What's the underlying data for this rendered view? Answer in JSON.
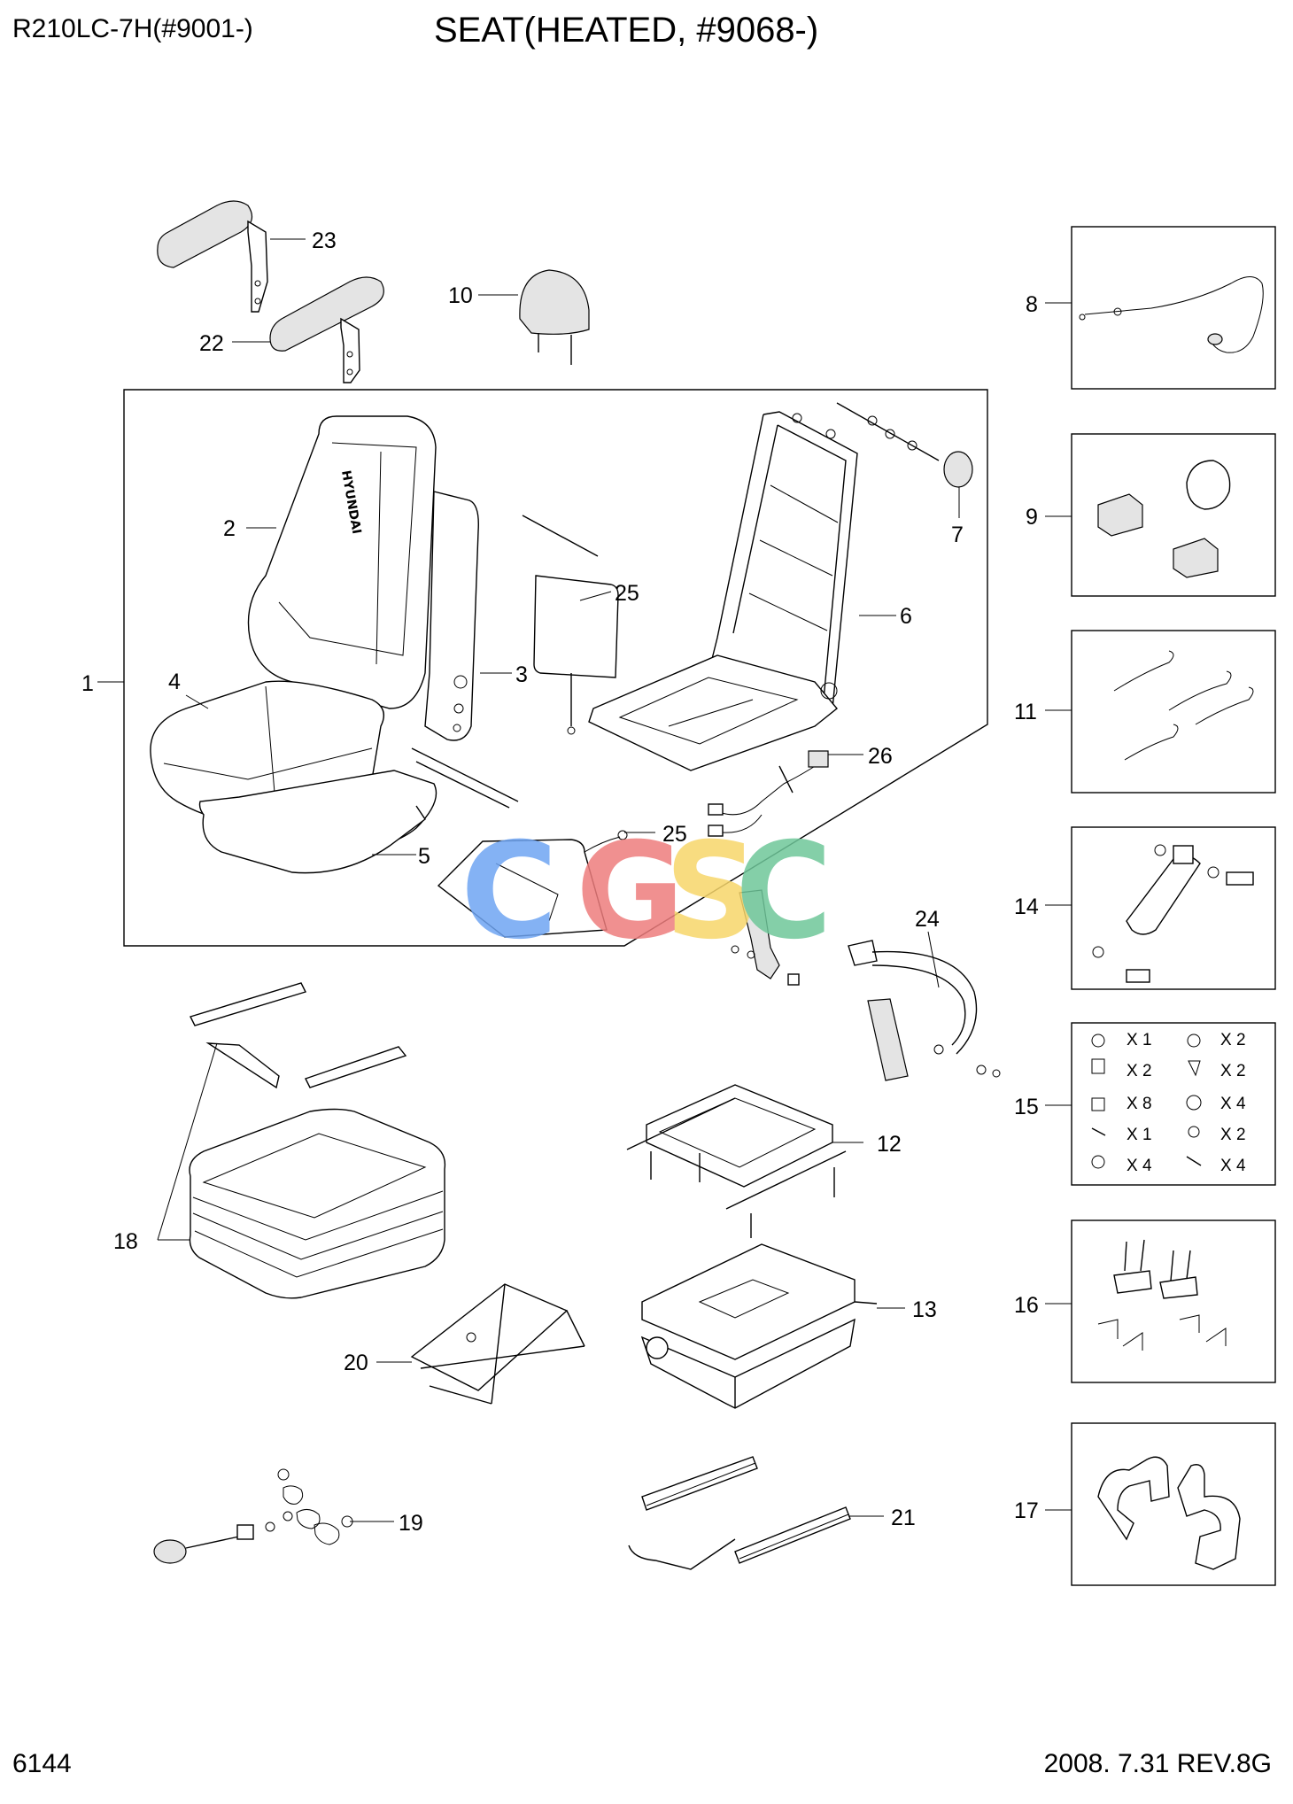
{
  "header": {
    "model": "R210LC-7H(#9001-)",
    "title": "SEAT(HEATED, #9068-)"
  },
  "footer": {
    "page_number": "6144",
    "revision": "2008. 7.31  REV.8G"
  },
  "watermark": {
    "text": "CGSC",
    "letters": [
      "C",
      "G",
      "S",
      "C"
    ],
    "colors": [
      "#6fa5f3",
      "#ee7d7d",
      "#f7d66b",
      "#6fc79a"
    ]
  },
  "callouts": {
    "c1": "1",
    "c2": "2",
    "c3": "3",
    "c4": "4",
    "c5": "5",
    "c6": "6",
    "c7": "7",
    "c8": "8",
    "c9": "9",
    "c10": "10",
    "c11": "11",
    "c12": "12",
    "c13": "13",
    "c14": "14",
    "c15": "15",
    "c16": "16",
    "c17": "17",
    "c18": "18",
    "c19": "19",
    "c20": "20",
    "c21": "21",
    "c22": "22",
    "c23": "23",
    "c24": "24",
    "c25a": "25",
    "c25b": "25",
    "c26": "26"
  },
  "kit15": {
    "q1": "X 1",
    "q2": "X 2",
    "q3": "X 2",
    "q4": "X 2",
    "q5": "X 8",
    "q6": "X 4",
    "q7": "X 1",
    "q8": "X 2",
    "q9": "X 4",
    "q10": "X 4"
  },
  "backrest_brand": "HYUNDAI"
}
